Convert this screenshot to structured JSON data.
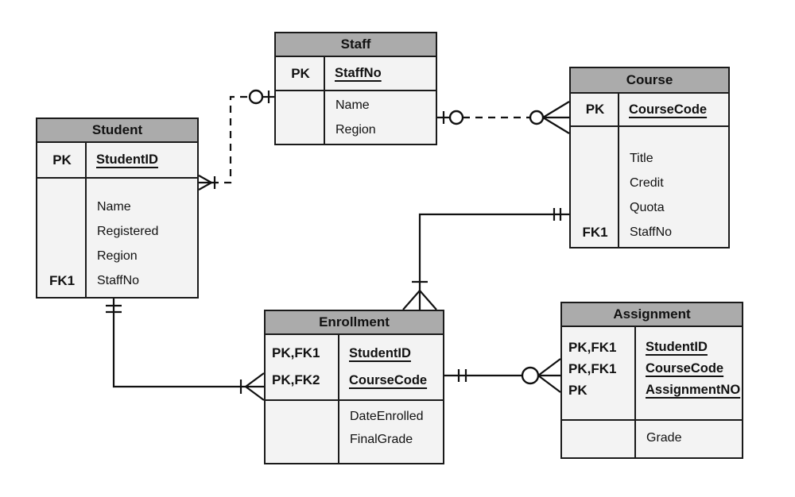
{
  "colors": {
    "header_bg": "#ababab",
    "body_bg": "#f3f3f3",
    "border": "#1a1a1a",
    "line": "#111111",
    "background": "#ffffff"
  },
  "entities": [
    {
      "name": "Student",
      "key_rows": [
        {
          "label": "PK",
          "attribute": "StudentID"
        }
      ],
      "attr_rows": [
        {
          "label": "",
          "name": "Name"
        },
        {
          "label": "",
          "name": "Registered"
        },
        {
          "label": "",
          "name": "Region"
        },
        {
          "label": "FK1",
          "name": "StaffNo"
        }
      ]
    },
    {
      "name": "Staff",
      "key_rows": [
        {
          "label": "PK",
          "attribute": "StaffNo"
        }
      ],
      "attr_rows": [
        {
          "label": "",
          "name": "Name"
        },
        {
          "label": "",
          "name": "Region"
        }
      ]
    },
    {
      "name": "Course",
      "key_rows": [
        {
          "label": "PK",
          "attribute": "CourseCode"
        }
      ],
      "attr_rows": [
        {
          "label": "",
          "name": "Title"
        },
        {
          "label": "",
          "name": "Credit"
        },
        {
          "label": "",
          "name": "Quota"
        },
        {
          "label": "FK1",
          "name": "StaffNo"
        }
      ]
    },
    {
      "name": "Enrollment",
      "key_rows": [
        {
          "label": "PK,FK1",
          "attribute": "StudentID"
        },
        {
          "label": "PK,FK2",
          "attribute": "CourseCode"
        }
      ],
      "attr_rows": [
        {
          "label": "",
          "name": "DateEnrolled"
        },
        {
          "label": "",
          "name": "FinalGrade"
        }
      ]
    },
    {
      "name": "Assignment",
      "key_rows": [
        {
          "label": "PK,FK1",
          "attribute": "StudentID"
        },
        {
          "label": "PK,FK1",
          "attribute": "CourseCode"
        },
        {
          "label": "PK",
          "attribute": "AssignmentNO"
        }
      ],
      "attr_rows": [
        {
          "label": "",
          "name": "Grade"
        }
      ]
    }
  ],
  "relationships": [
    {
      "from": "Student",
      "to": "Staff",
      "line": "dashed",
      "from_cardinality": "one-or-many",
      "to_cardinality": "zero-or-one"
    },
    {
      "from": "Staff",
      "to": "Course",
      "line": "dashed",
      "from_cardinality": "zero-or-one",
      "to_cardinality": "zero-or-many"
    },
    {
      "from": "Course",
      "to": "Enrollment",
      "line": "solid",
      "from_cardinality": "exactly-one",
      "to_cardinality": "one-or-many"
    },
    {
      "from": "Student",
      "to": "Enrollment",
      "line": "solid",
      "from_cardinality": "exactly-one",
      "to_cardinality": "one-or-many"
    },
    {
      "from": "Enrollment",
      "to": "Assignment",
      "line": "solid",
      "from_cardinality": "exactly-one",
      "to_cardinality": "zero-or-many"
    }
  ]
}
